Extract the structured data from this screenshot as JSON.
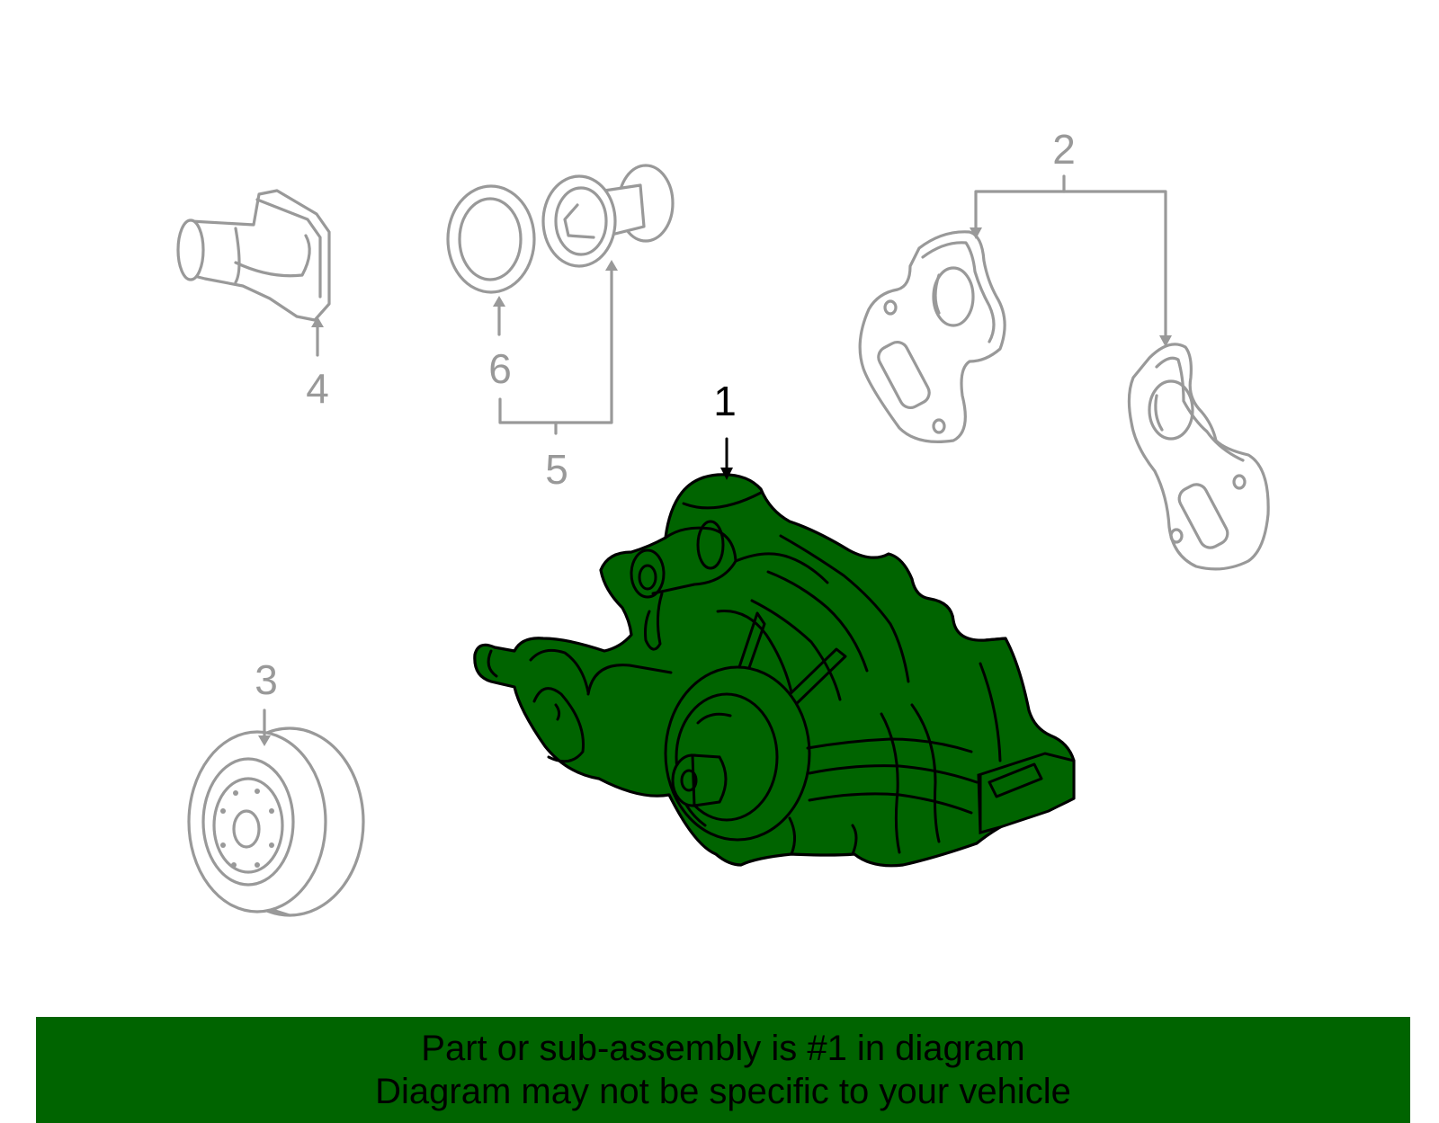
{
  "colors": {
    "highlight_part": "#006400",
    "other_parts": "#999999",
    "outline": "#000000",
    "banner": "#006400"
  },
  "callouts": {
    "c1": "1",
    "c2": "2",
    "c3": "3",
    "c4": "4",
    "c5": "5",
    "c6": "6"
  },
  "highlighted_callout": "1",
  "banner": {
    "line1": "Part or sub-assembly is #1 in diagram",
    "line2": "Diagram may not be specific to your vehicle"
  }
}
